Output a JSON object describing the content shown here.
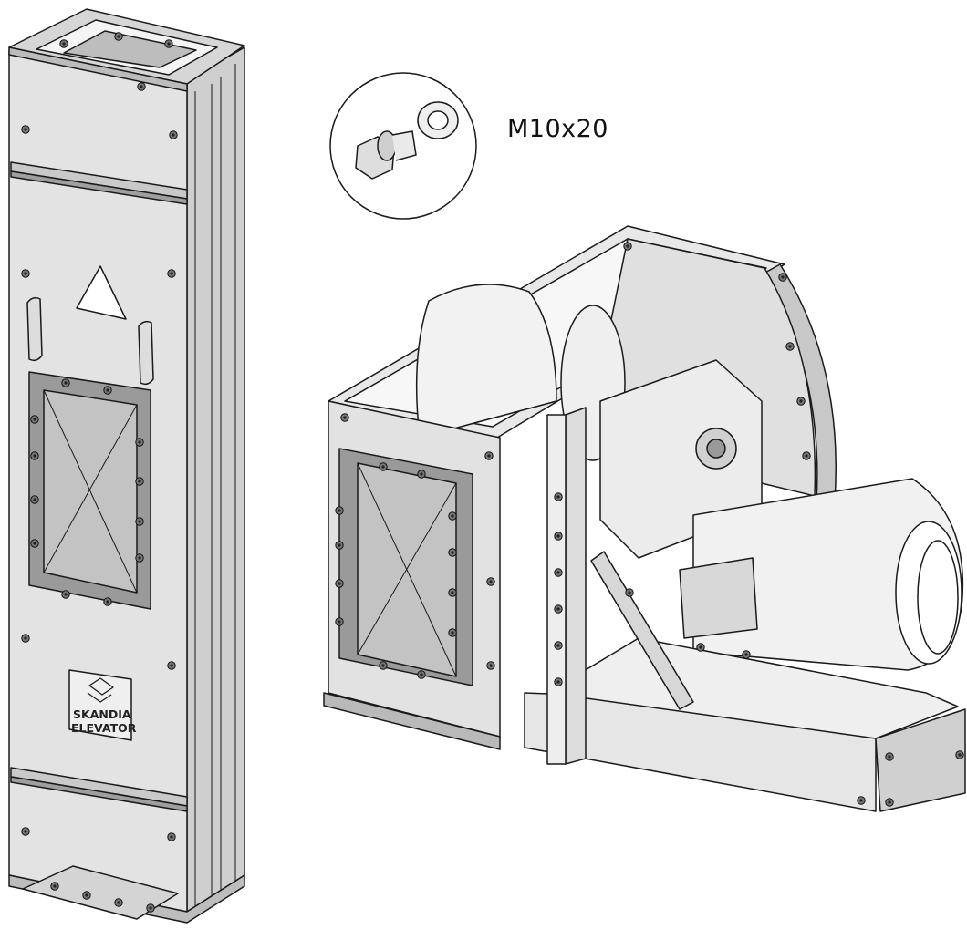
{
  "callout": {
    "label": "M10x20",
    "parts": [
      "flange-bolt",
      "washer"
    ]
  },
  "column_section": {
    "brand": {
      "line1": "SKANDIA",
      "line2": "ELEVATOR"
    }
  },
  "colors": {
    "line": "#1a1a1a",
    "panel": "#dcdcdc",
    "panel_light": "#ececec",
    "glass": "#c4c4c4",
    "plate": "#eeeeee"
  }
}
